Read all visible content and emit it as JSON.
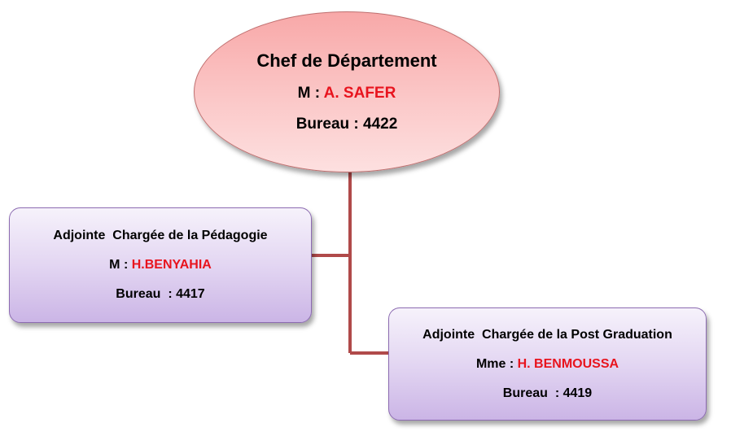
{
  "colors": {
    "connector": "#b04a4a",
    "name_text": "#e8141e",
    "head_fill": "#fbc0c0",
    "sub_fill": "#dccdee"
  },
  "head": {
    "title": "Chef de Département",
    "person_prefix": "M : ",
    "person_name": "A. SAFER",
    "office": "Bureau : 4422"
  },
  "pedagogie": {
    "title": "Adjointe  Chargée de la Pédagogie",
    "person_prefix": "M : ",
    "person_name": "H.BENYAHIA",
    "office": "Bureau  : 4417"
  },
  "post_graduation": {
    "title": "Adjointe  Chargée de la Post Graduation",
    "person_prefix": "Mme : ",
    "person_name": "H. BENMOUSSA",
    "office": "Bureau  : 4419"
  }
}
